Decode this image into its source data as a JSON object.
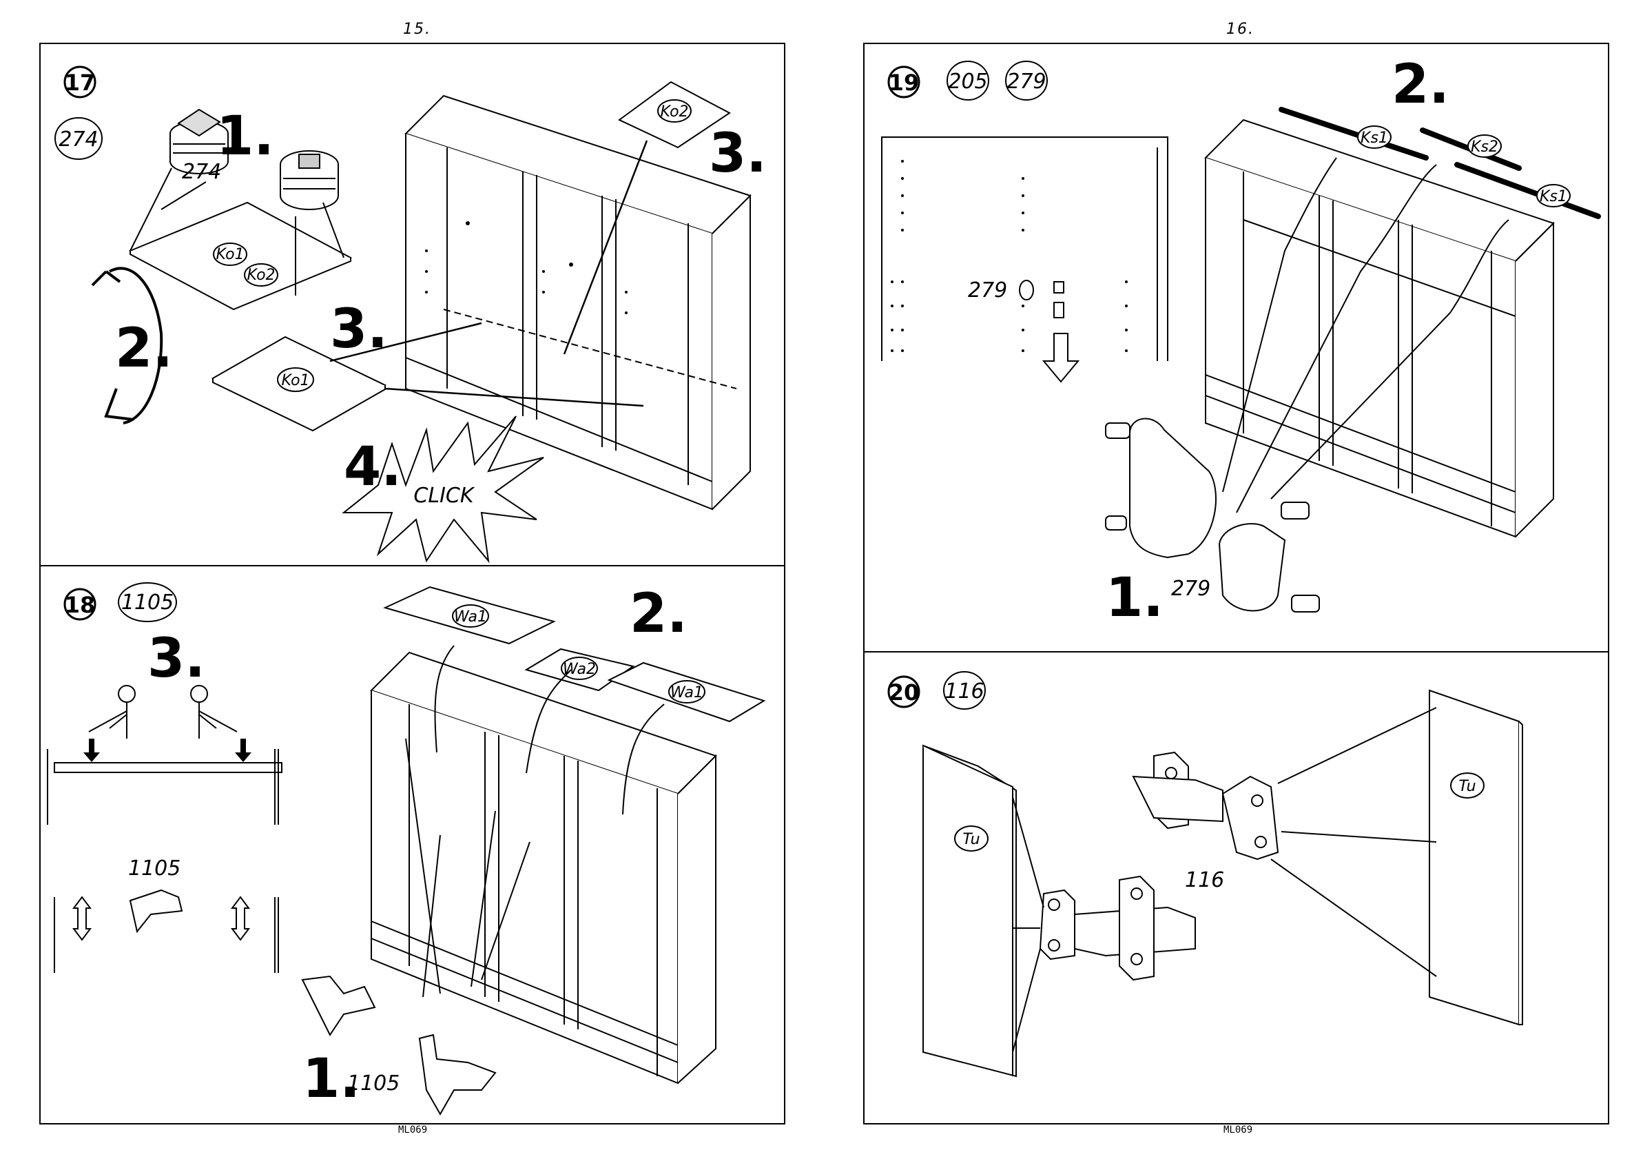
{
  "pages": {
    "left": "15.",
    "right": "16."
  },
  "footer": {
    "left": "ML069",
    "right": "ML069"
  },
  "step17": {
    "badge": "17",
    "part": "274",
    "s1": "1.",
    "s2": "2.",
    "s3a": "3.",
    "s3b": "3.",
    "s4": "4.",
    "part_label": "274",
    "ko1": "Ko1",
    "ko2": "Ko2",
    "ko2b": "Ko2",
    "ko1b": "Ko1",
    "click": "CLICK"
  },
  "step18": {
    "badge": "18",
    "part": "1105",
    "s1": "1.",
    "s2": "2.",
    "s3": "3.",
    "part_label1": "1105",
    "part_label2": "1105",
    "wa1": "Wa1",
    "wa2": "Wa2",
    "wa1b": "Wa1"
  },
  "step19": {
    "badge": "19",
    "part1": "205",
    "part2": "279",
    "s1": "1.",
    "s2": "2.",
    "part_label1": "279",
    "part_label2": "279",
    "ks1": "Ks1",
    "ks2": "Ks2",
    "ks1b": "Ks1"
  },
  "step20": {
    "badge": "20",
    "part": "116",
    "part_label": "116",
    "tu1": "Tu",
    "tu2": "Tu"
  }
}
